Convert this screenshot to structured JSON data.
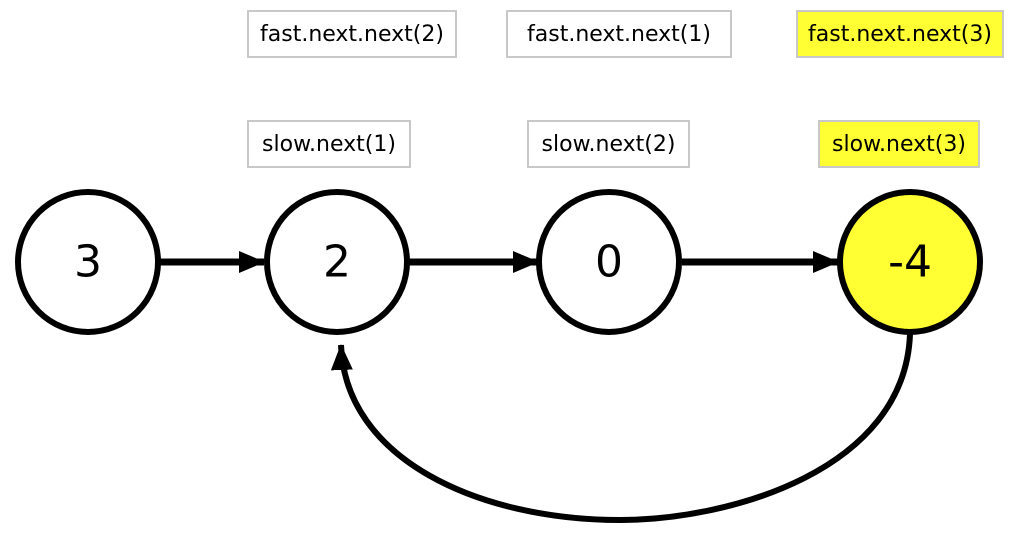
{
  "colors": {
    "highlight": "#ffff33",
    "node_fill": "#ffffff",
    "stroke": "#000000",
    "tag_border": "#c8c8c8"
  },
  "nodes": [
    {
      "value": "3",
      "highlighted": false
    },
    {
      "value": "2",
      "highlighted": false
    },
    {
      "value": "0",
      "highlighted": false
    },
    {
      "value": "-4",
      "highlighted": true
    }
  ],
  "fast_labels": [
    {
      "text": "fast.next.next(2)",
      "highlighted": false
    },
    {
      "text": "fast.next.next(1)",
      "highlighted": false
    },
    {
      "text": "fast.next.next(3)",
      "highlighted": true
    }
  ],
  "slow_labels": [
    {
      "text": "slow.next(1)",
      "highlighted": false
    },
    {
      "text": "slow.next(2)",
      "highlighted": false
    },
    {
      "text": "slow.next(3)",
      "highlighted": true
    }
  ]
}
